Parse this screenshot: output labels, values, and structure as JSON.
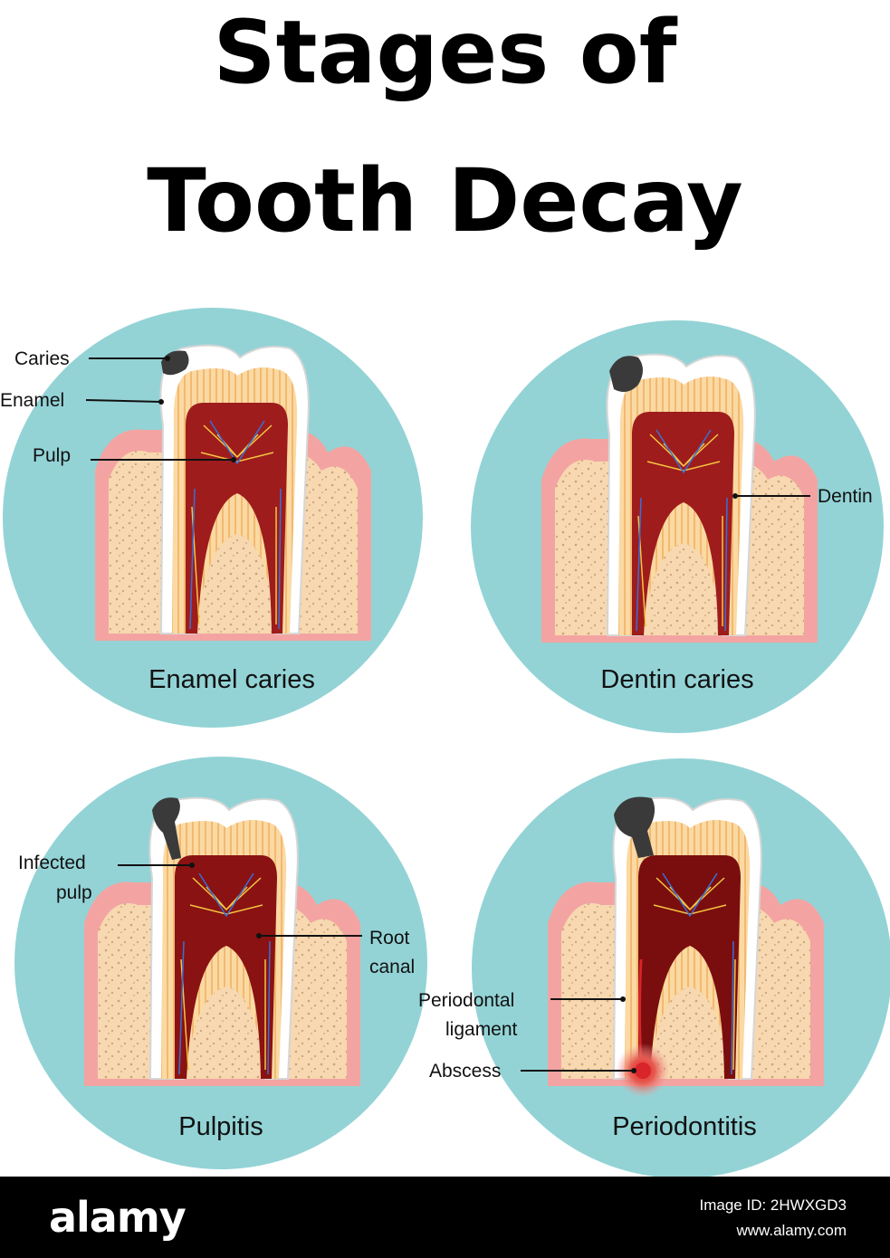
{
  "title": {
    "line1": "Stages of",
    "line2": "Tooth Decay"
  },
  "colors": {
    "circle": "#93d3d6",
    "bone": "#f7d8b0",
    "gum": "#f3a4a2",
    "enamel": "#ffffff",
    "dentin": "#fbd9a3",
    "pulp": "#9e1c1c",
    "caries": "#3a3a3a",
    "abscess": "#d8242b"
  },
  "stages": [
    {
      "name": "Enamel caries",
      "labels": [
        "Caries",
        "Enamel",
        "Pulp"
      ],
      "decay_level": 1
    },
    {
      "name": "Dentin caries",
      "labels": [
        "Dentin"
      ],
      "decay_level": 2
    },
    {
      "name": "Pulpitis",
      "labels": [
        "Infected",
        "pulp",
        "Root",
        "canal"
      ],
      "decay_level": 3
    },
    {
      "name": "Periodontitis",
      "labels": [
        "Periodontal",
        "ligament",
        "Abscess"
      ],
      "decay_level": 4
    }
  ],
  "footer": {
    "logo": "alamy",
    "image_id": "Image ID: 2HWXGD3",
    "site": "www.alamy.com"
  }
}
